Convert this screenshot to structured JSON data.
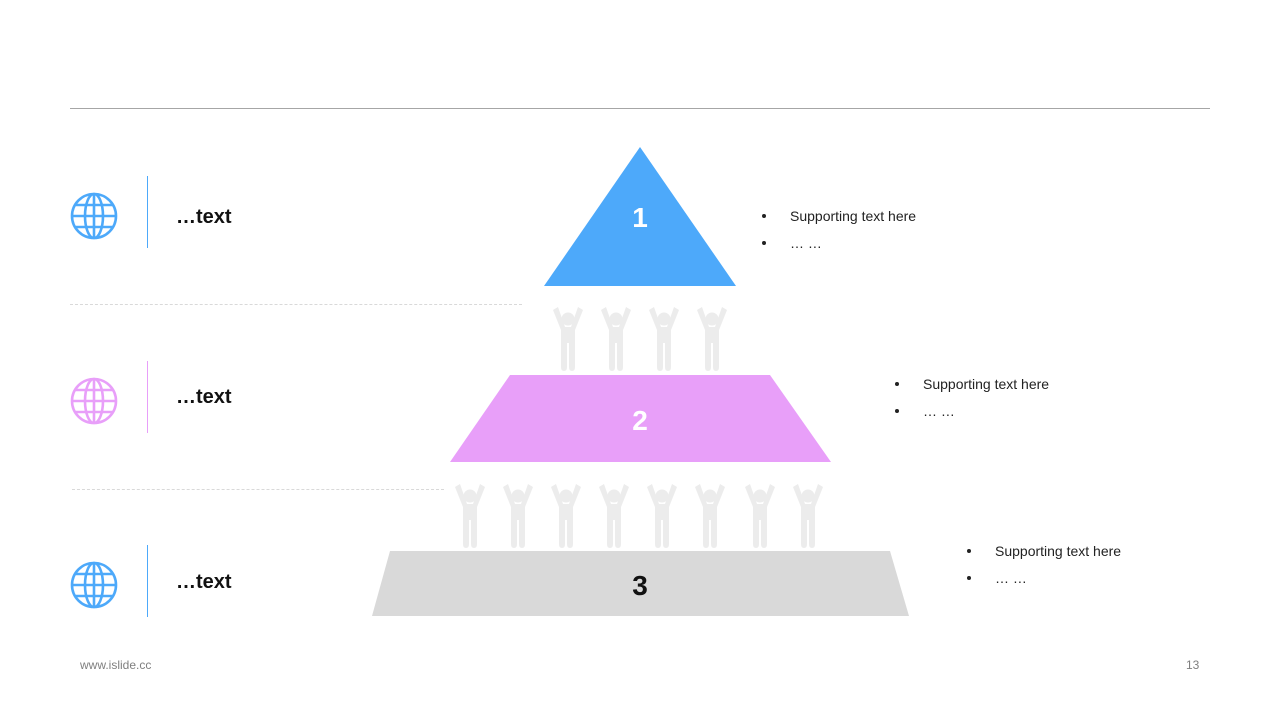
{
  "rows": [
    {
      "label": "…text",
      "color": "#4da9fa",
      "icon": "globe-icon"
    },
    {
      "label": "…text",
      "color": "#e89ff9",
      "icon": "globe-icon"
    },
    {
      "label": "…text",
      "color": "#4da9fa",
      "icon": "globe-icon"
    }
  ],
  "pyramid": {
    "levels": [
      {
        "number": "1",
        "color": "#4da9fa",
        "text_color": "#ffffff"
      },
      {
        "number": "2",
        "color": "#e89ff9",
        "text_color": "#ffffff"
      },
      {
        "number": "3",
        "color": "#d9d9d9",
        "text_color": "#111111"
      }
    ],
    "figure_color": "#ececec"
  },
  "notes": [
    {
      "items": [
        "Supporting text here",
        "… …"
      ]
    },
    {
      "items": [
        "Supporting text here",
        "… …"
      ]
    },
    {
      "items": [
        "Supporting text here",
        "… …"
      ]
    }
  ],
  "footer": {
    "website": "www.islide.cc",
    "page_number": "13"
  }
}
